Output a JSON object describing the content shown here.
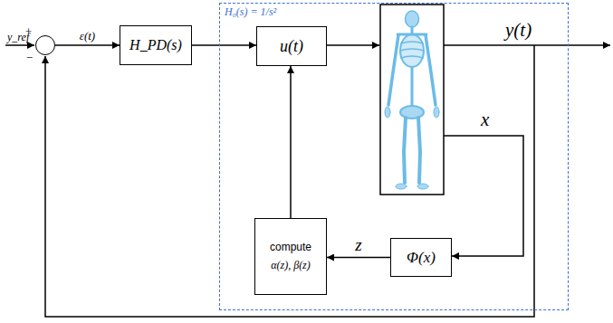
{
  "diagram": {
    "nodes": [
      {
        "text": [
          "+",
          "−"
        ]
      },
      {
        "text": [
          "H_PD(s)"
        ]
      },
      {
        "text": [
          "H₀(s) = 1/s²"
        ]
      },
      {
        "text": [
          "u(t)"
        ],
        "in": 2
      },
      {
        "text": [
          "compute",
          "α(z), β(z)"
        ],
        "in": 2
      },
      {
        "text": [
          "Φ(x)"
        ],
        "in": 2
      }
    ],
    "edges": [
      {
        "from": 0,
        "to": 1,
        "arrow": "to",
        "label": "ε(t)"
      },
      {
        "from": 1,
        "to": 3,
        "arrow": "to"
      },
      {
        "from": 5,
        "to": 4,
        "arrow": "to",
        "label": "z"
      },
      {
        "from": 4,
        "to": 3,
        "arrow": "to"
      }
    ],
    "labels": [
      "y_ref",
      "y(t)",
      "x"
    ]
  }
}
